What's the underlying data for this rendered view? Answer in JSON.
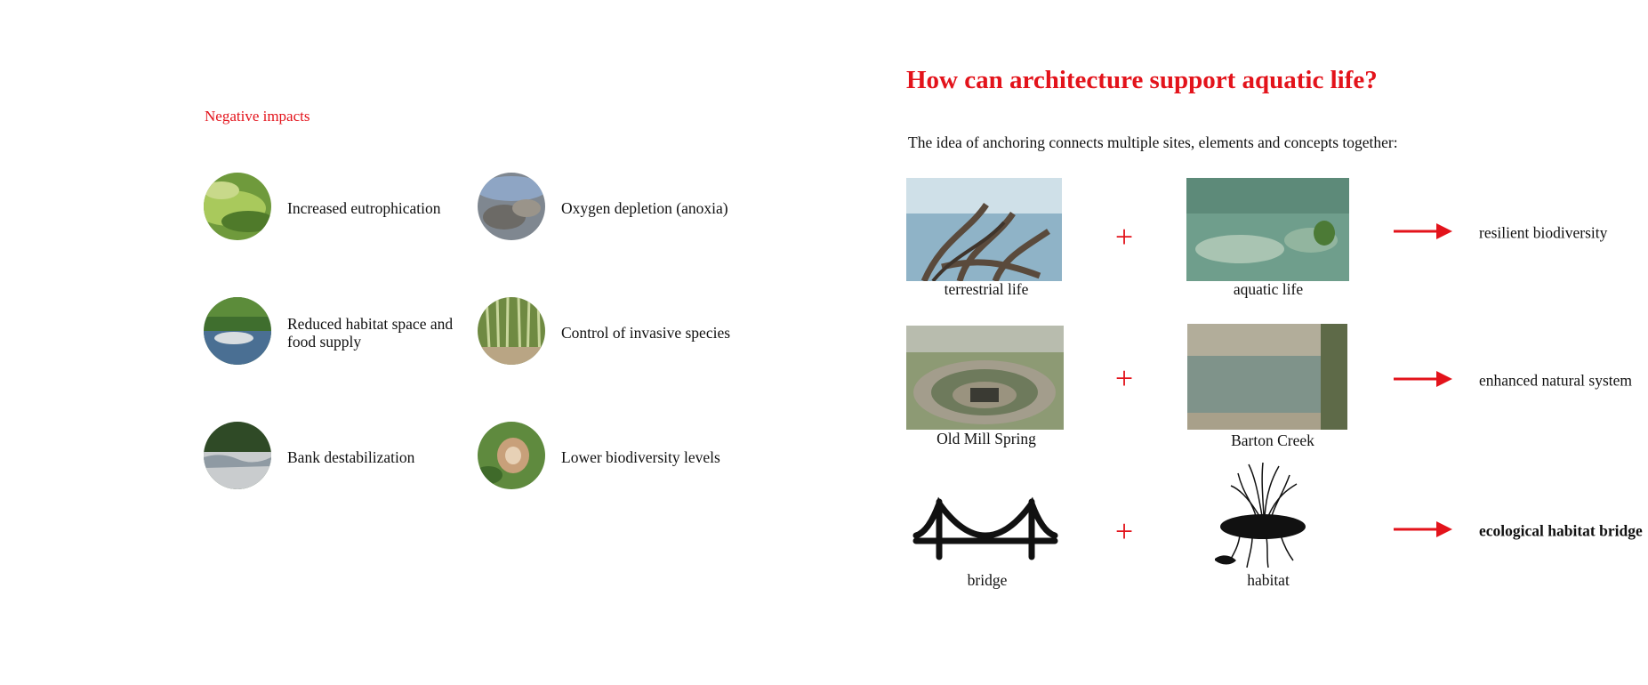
{
  "negative_impacts": {
    "title": "Negative impacts",
    "items": [
      {
        "label": "Increased eutrophication"
      },
      {
        "label": "Oxygen depletion (anoxia)"
      },
      {
        "label": "Reduced habitat space and food supply"
      },
      {
        "label": "Control of invasive species"
      },
      {
        "label": "Bank destabilization"
      },
      {
        "label": "Lower biodiversity levels"
      }
    ]
  },
  "question": {
    "title": "How can architecture support aquatic life?",
    "intro": "The idea of anchoring connects multiple sites, elements and concepts together:"
  },
  "equations": [
    {
      "left": "terrestrial life",
      "plus": "+",
      "right": "aquatic life",
      "result": "resilient biodiversity"
    },
    {
      "left": "Old Mill Spring",
      "plus": "+",
      "right": "Barton Creek",
      "result": "enhanced natural system"
    },
    {
      "left": "bridge",
      "plus": "+",
      "right": "habitat",
      "result": "ecological habitat bridge"
    }
  ],
  "colors": {
    "accent": "#e3131b",
    "text": "#111111",
    "background": "#ffffff"
  }
}
